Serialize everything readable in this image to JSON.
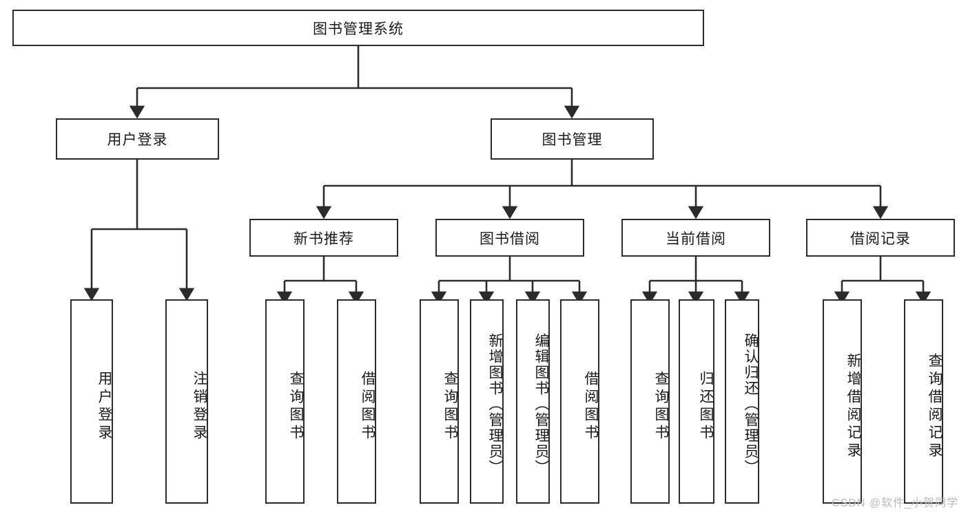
{
  "diagram": {
    "title": "图书管理系统",
    "watermark": "CSDN @软件_小贺同学",
    "line_color": "#2b2b2b",
    "box_fill": "#ffffff",
    "text_color": "#1a1a1a",
    "root": {
      "label": "图书管理系统"
    },
    "level2": [
      {
        "label": "用户登录"
      },
      {
        "label": "图书管理"
      }
    ],
    "level3": [
      {
        "label": "新书推荐"
      },
      {
        "label": "图书借阅"
      },
      {
        "label": "当前借阅"
      },
      {
        "label": "借阅记录"
      }
    ],
    "leaves": {
      "user_login": [
        {
          "label": "用户登录"
        },
        {
          "label": "注销登录"
        }
      ],
      "new_book_recommend": [
        {
          "label": "查询图书"
        },
        {
          "label": "借阅图书"
        }
      ],
      "book_borrow": [
        {
          "label": "查询图书"
        },
        {
          "label": "新增图书（管理员）"
        },
        {
          "label": "编辑图书（管理员）"
        },
        {
          "label": "借阅图书"
        }
      ],
      "current_borrow": [
        {
          "label": "查询图书"
        },
        {
          "label": "归还图书"
        },
        {
          "label": "确认归还（管理员）"
        }
      ],
      "borrow_records": [
        {
          "label": "新增借阅记录"
        },
        {
          "label": "查询借阅记录"
        }
      ]
    }
  }
}
